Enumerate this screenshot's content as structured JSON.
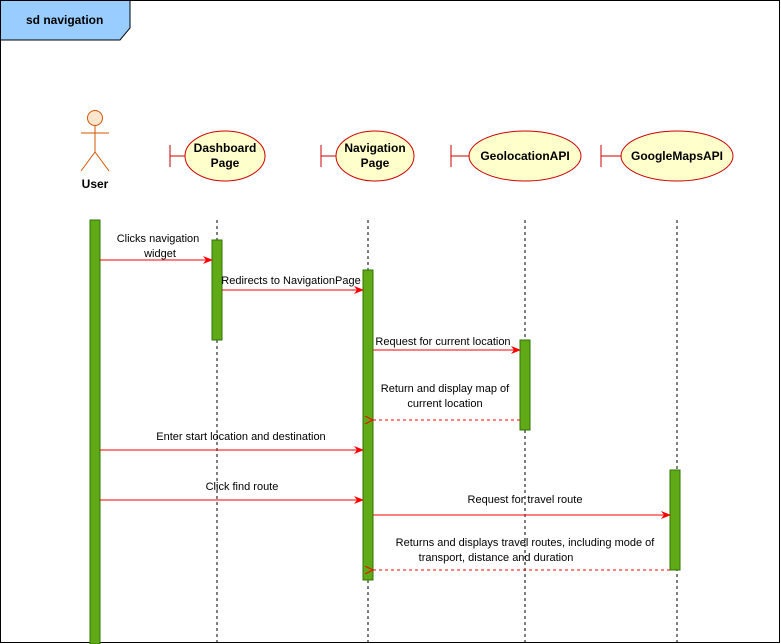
{
  "frame": {
    "title": "sd navigation",
    "title_bg": "#99ccff",
    "border_color": "#000000"
  },
  "actor": {
    "label": "User",
    "fill": "#ffe6cc",
    "stroke": "#d45500"
  },
  "boundaries": [
    {
      "id": "dashboard",
      "lines": [
        "Dashboard",
        "Page"
      ]
    },
    {
      "id": "navigation",
      "lines": [
        "Navigation",
        "Page"
      ]
    },
    {
      "id": "geolocation",
      "lines": [
        "GeolocationAPI"
      ]
    },
    {
      "id": "googlemaps",
      "lines": [
        "GoogleMapsAPI"
      ]
    }
  ],
  "boundary_style": {
    "fill": "#ffffcc",
    "stroke": "#cc0000"
  },
  "activation_style": {
    "fill": "#60a917",
    "stroke": "#2d7600"
  },
  "message_color": "#ff0000",
  "messages": [
    {
      "id": "m1",
      "lines": [
        "Clicks navigation",
        "widget"
      ],
      "type": "sync"
    },
    {
      "id": "m2",
      "lines": [
        "Redirects to NavigationPage"
      ],
      "type": "sync"
    },
    {
      "id": "m3",
      "lines": [
        "Request for current location"
      ],
      "type": "sync"
    },
    {
      "id": "m4",
      "lines": [
        "Return and display map of",
        "current location"
      ],
      "type": "return"
    },
    {
      "id": "m5",
      "lines": [
        "Enter start location and destination"
      ],
      "type": "sync"
    },
    {
      "id": "m6",
      "lines": [
        "Click find route"
      ],
      "type": "sync"
    },
    {
      "id": "m7",
      "lines": [
        "Request for travel route"
      ],
      "type": "sync"
    },
    {
      "id": "m8",
      "lines": [
        "Returns and displays travel routes, including mode of",
        "transport, distance and duration"
      ],
      "type": "return"
    }
  ]
}
